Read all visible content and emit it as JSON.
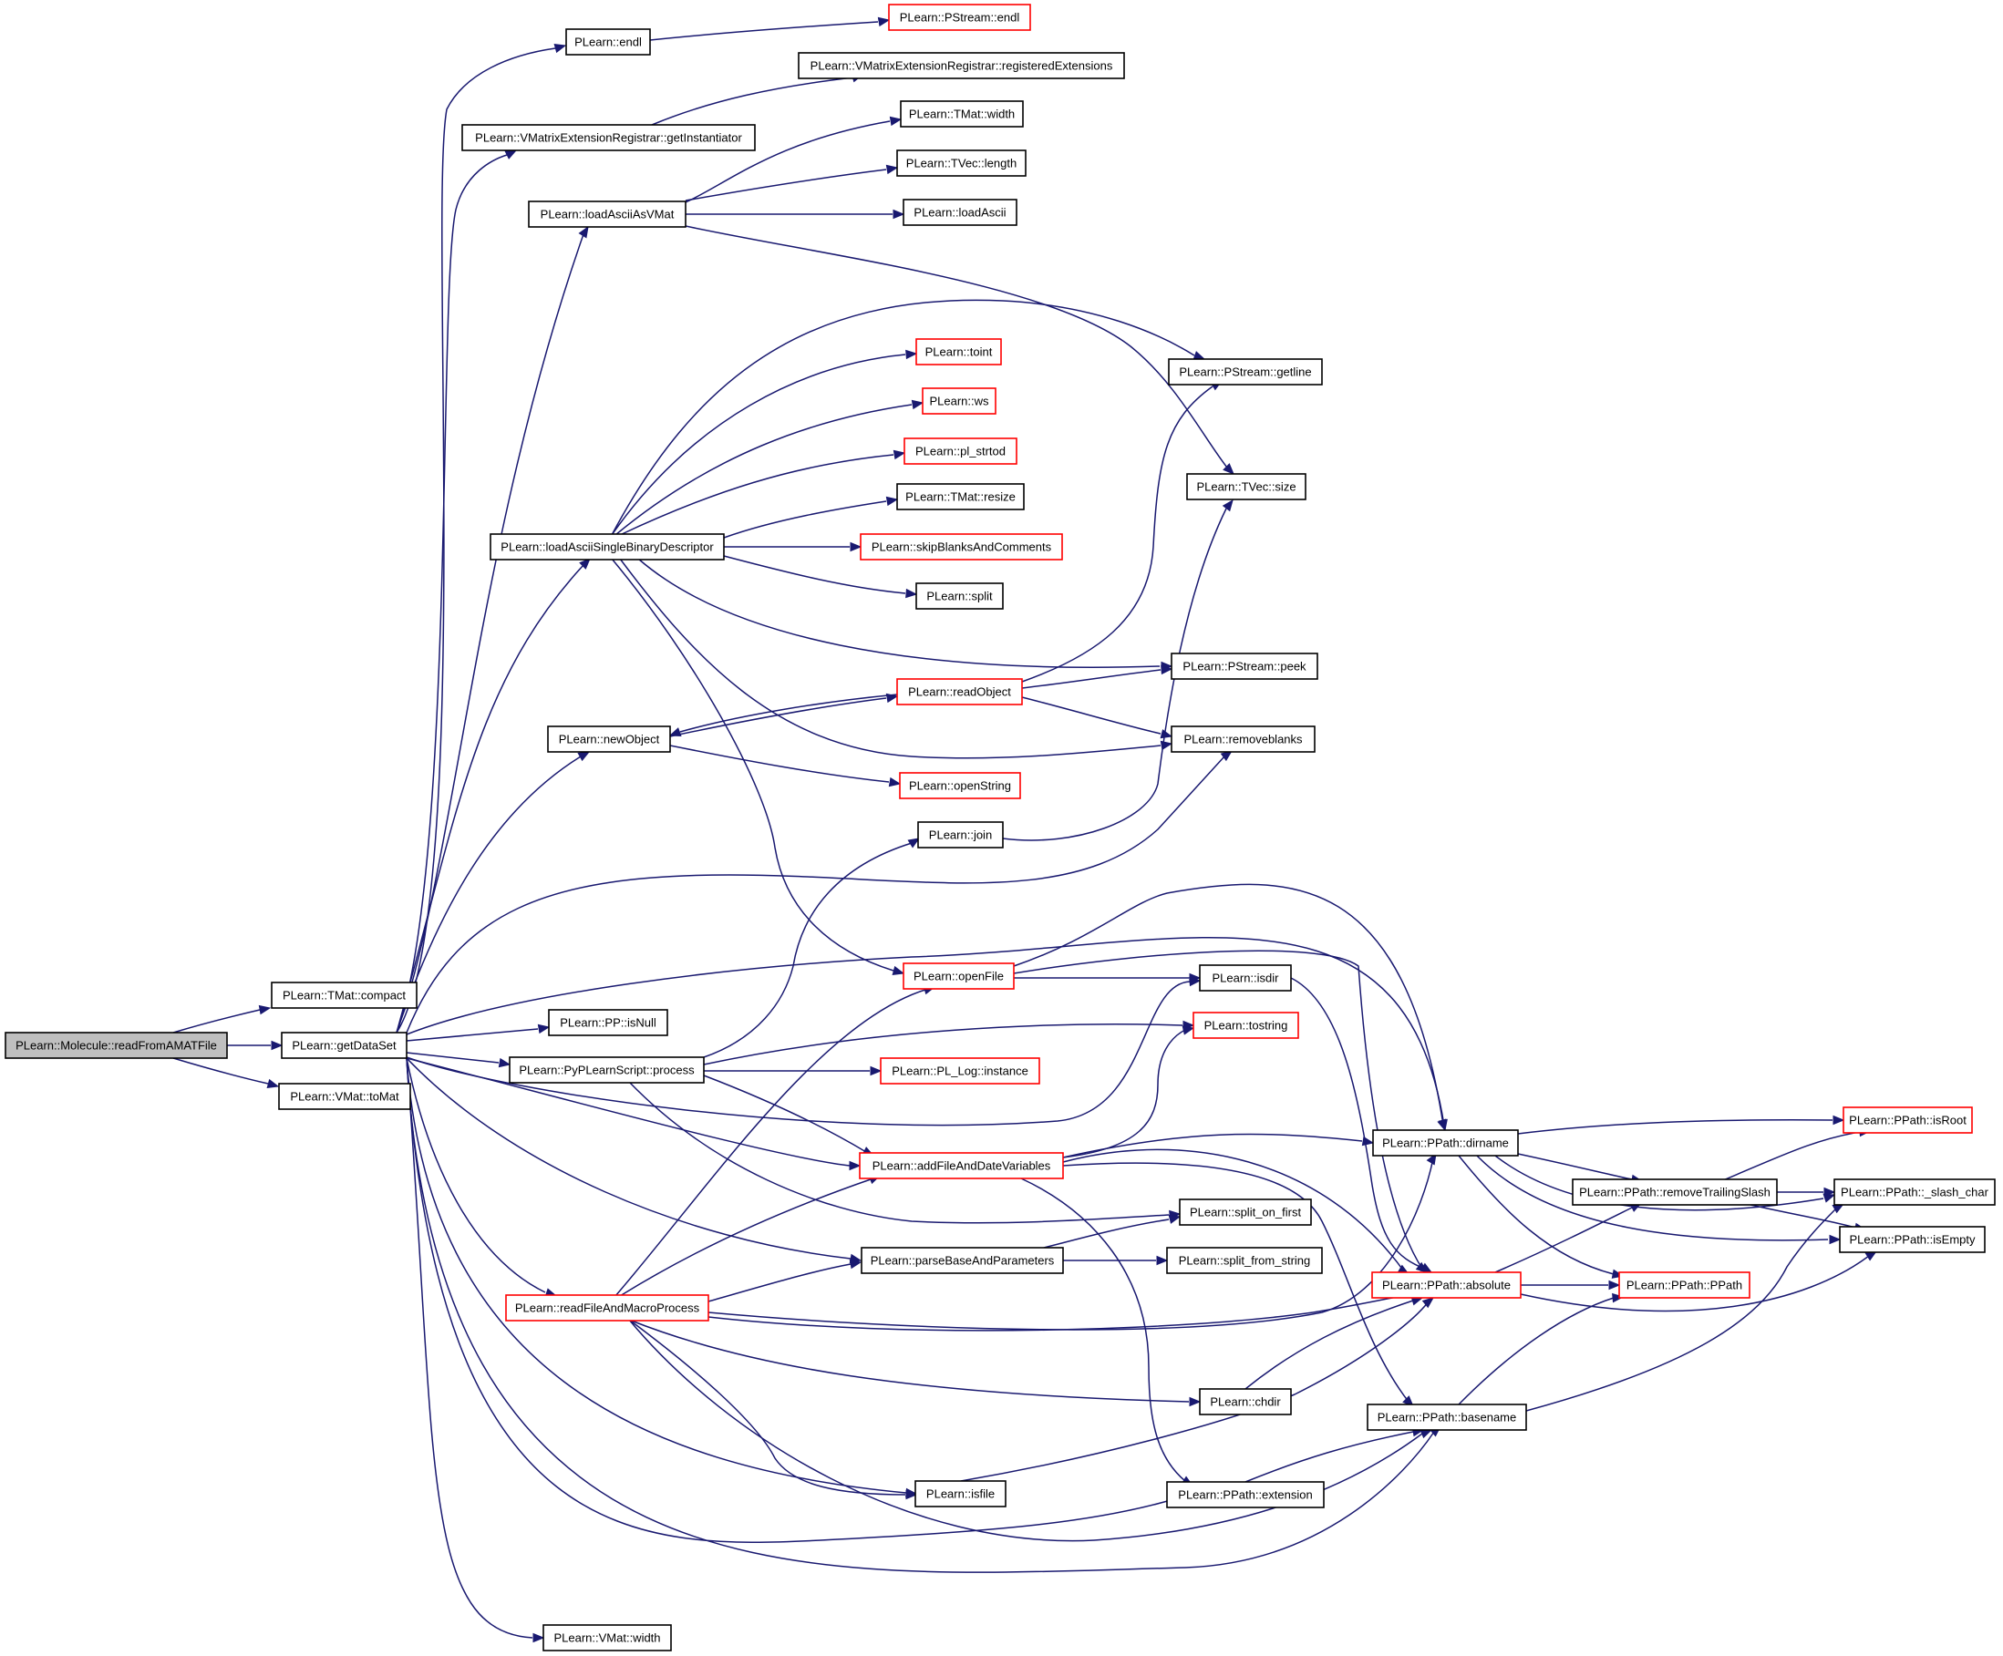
{
  "colors": {
    "edge": "#191970",
    "normal_border": "#000000",
    "highlight_border": "#ff0000",
    "root_fill": "#bfbfbf",
    "node_fill": "#ffffff"
  },
  "nodes": {
    "readFromAMATFile": "PLearn::Molecule::readFromAMATFile",
    "compact": "PLearn::TMat::compact",
    "getDataSet": "PLearn::getDataSet",
    "toMat": "PLearn::VMat::toMat",
    "endl": "PLearn::endl",
    "pstream_endl": "PLearn::PStream::endl",
    "registeredExtensions": "PLearn::VMatrixExtensionRegistrar::registeredExtensions",
    "getInstantiator": "PLearn::VMatrixExtensionRegistrar::getInstantiator",
    "tmat_width": "PLearn::TMat::width",
    "loadAsciiAsVMat": "PLearn::loadAsciiAsVMat",
    "tvec_length": "PLearn::TVec::length",
    "loadAscii": "PLearn::loadAscii",
    "toint": "PLearn::toint",
    "pstream_getline": "PLearn::PStream::getline",
    "ws": "PLearn::ws",
    "pl_strtod": "PLearn::pl_strtod",
    "tvec_size": "PLearn::TVec::size",
    "tmat_resize": "PLearn::TMat::resize",
    "loadAsciiSingleBinaryDescriptor": "PLearn::loadAsciiSingleBinaryDescriptor",
    "skipBlanksAndComments": "PLearn::skipBlanksAndComments",
    "split": "PLearn::split",
    "pstream_peek": "PLearn::PStream::peek",
    "readObject": "PLearn::readObject",
    "newObject": "PLearn::newObject",
    "removeblanks": "PLearn::removeblanks",
    "openString": "PLearn::openString",
    "join": "PLearn::join",
    "openFile": "PLearn::openFile",
    "isdir": "PLearn::isdir",
    "pp_isNull": "PLearn::PP::isNull",
    "tostring": "PLearn::tostring",
    "pyprocess": "PLearn::PyPLearnScript::process",
    "pl_log_instance": "PLearn::PL_Log::instance",
    "dirname": "PLearn::PPath::dirname",
    "isRoot": "PLearn::PPath::isRoot",
    "addFileAndDateVariables": "PLearn::addFileAndDateVariables",
    "removeTrailingSlash": "PLearn::PPath::removeTrailingSlash",
    "slash_char": "PLearn::PPath::_slash_char",
    "split_on_first": "PLearn::split_on_first",
    "isEmpty": "PLearn::PPath::isEmpty",
    "parseBaseAndParameters": "PLearn::parseBaseAndParameters",
    "split_from_string": "PLearn::split_from_string",
    "readFileAndMacroProcess": "PLearn::readFileAndMacroProcess",
    "absolute": "PLearn::PPath::absolute",
    "ppath_ctor": "PLearn::PPath::PPath",
    "chdir": "PLearn::chdir",
    "basename": "PLearn::PPath::basename",
    "isfile": "PLearn::isfile",
    "extension": "PLearn::PPath::extension",
    "vmat_width": "PLearn::VMat::width"
  }
}
